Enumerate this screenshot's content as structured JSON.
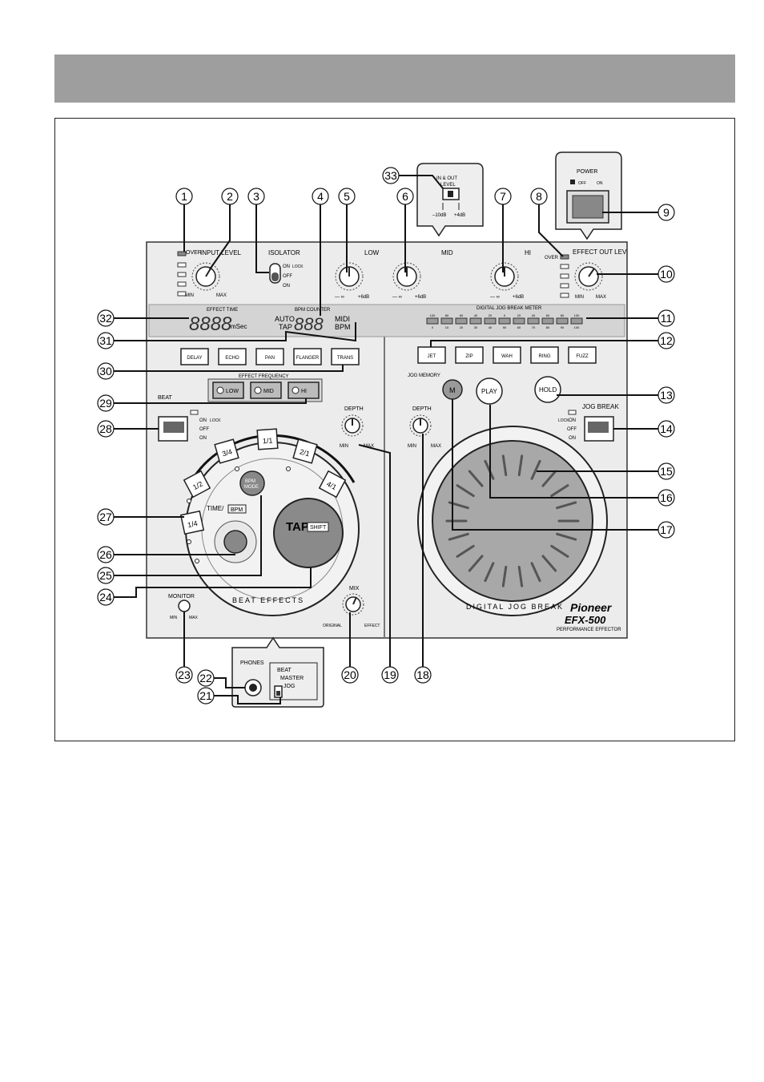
{
  "callouts": [
    "1",
    "2",
    "3",
    "4",
    "5",
    "6",
    "7",
    "8",
    "9",
    "10",
    "11",
    "12",
    "13",
    "14",
    "15",
    "16",
    "17",
    "18",
    "19",
    "20",
    "21",
    "22",
    "23",
    "24",
    "25",
    "26",
    "27",
    "28",
    "29",
    "30",
    "31",
    "32",
    "33"
  ],
  "panel": {
    "input_level": "INPUT LEVEL",
    "over": "OVER",
    "min": "MIN",
    "max": "MAX",
    "isolator": "ISOLATOR",
    "switch_on_lock": "ON",
    "lock": "LOCK",
    "off": "OFF",
    "on": "ON",
    "low": "LOW",
    "mid": "MID",
    "hi": "HI",
    "minus_inf": "— ∞",
    "plus_6db": "+6dB",
    "effect_out_lev": "EFFECT OUT LEV",
    "effect_time": "EFFECT TIME",
    "msec": "mSec",
    "bpm_counter": "BPM COUNTER",
    "auto": "AUTO",
    "tap": "TAP",
    "midi": "MIDI",
    "bpm": "BPM",
    "digit_placeholder": "8888",
    "bpm_digits": "888",
    "meter_title": "DIGITAL JOG BREAK METER",
    "meter_top": [
      "100",
      "80",
      "60",
      "40",
      "20",
      "0",
      "20",
      "40",
      "60",
      "80",
      "100"
    ],
    "meter_bottom": [
      "0",
      "10",
      "20",
      "30",
      "40",
      "50",
      "60",
      "70",
      "80",
      "90",
      "100"
    ],
    "beat_buttons": [
      "DELAY",
      "ECHO",
      "PAN",
      "FLANGER",
      "TRANS"
    ],
    "jog_buttons": [
      "JET",
      "ZIP",
      "WAH",
      "RING",
      "FUZZ"
    ],
    "effect_frequency": "EFFECT FREQUENCY",
    "freq_buttons": [
      "LOW",
      "MID",
      "HI"
    ],
    "beat_effects_label": "BEAT",
    "depth": "DEPTH",
    "jog_memory": "JOG MEMORY",
    "memory_button": "M",
    "play_button": "PLAY",
    "hold_button": "HOLD",
    "jog_break": "JOG BREAK",
    "beat_values": [
      "1/4",
      "1/2",
      "3/4",
      "1/1",
      "2/1",
      "4/1"
    ],
    "bpm_mode": "BPM MODE",
    "time_bpm": "TIME/",
    "time_bpm_box": "BPM",
    "tap_shift": "TAP",
    "shift": "SHIFT",
    "beat_effects_ring": "BEAT EFFECTS",
    "digital_jog_break_ring": "DIGITAL JOG BREAK",
    "monitor": "MONITOR",
    "mix": "MIX",
    "original": "ORIGINAL",
    "effect": "EFFECT",
    "brand": "Pioneer",
    "model": "EFX-500",
    "subtitle": "PERFORMANCE EFFECTOR",
    "phones": "PHONES",
    "monitor_select": [
      "BEAT",
      "MASTER",
      "JOG"
    ],
    "power": "POWER",
    "power_off": "OFF",
    "power_on": "ON",
    "in_out_level": "IN & OUT",
    "in_out_level2": "LEVEL",
    "minus_10db": "–10dB",
    "plus_4db": "+4dB"
  }
}
